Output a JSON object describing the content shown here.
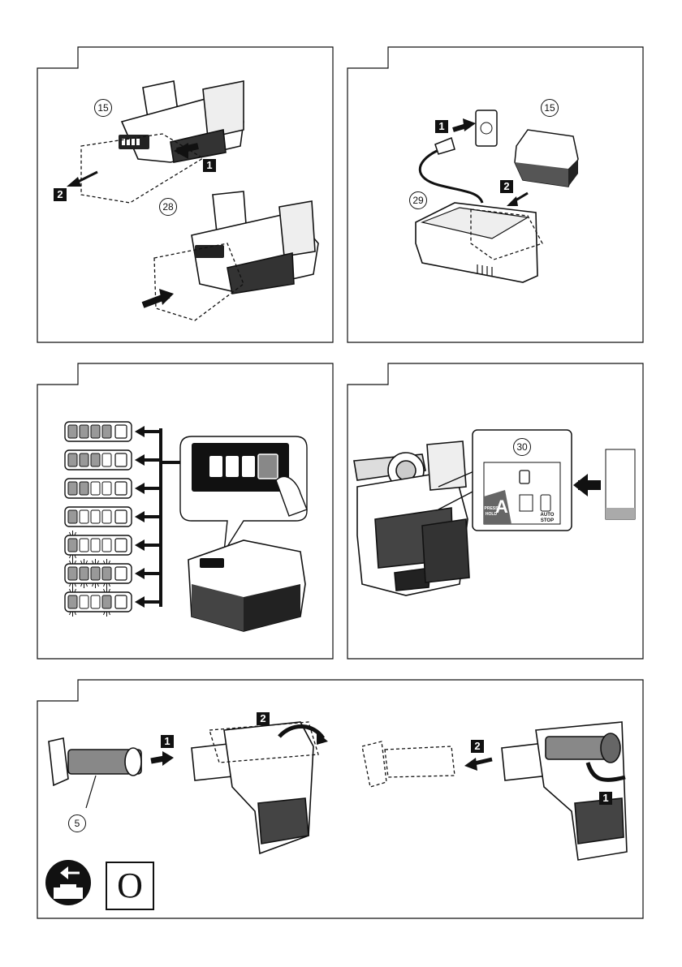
{
  "panel_1": {
    "callout_battery": "15",
    "callout_release_button": "28",
    "step_1": "1",
    "step_2": "2"
  },
  "panel_2": {
    "callout_battery": "15",
    "callout_charger": "29",
    "step_1": "1",
    "step_2": "2"
  },
  "panel_3": {
    "battery_levels": [
      4,
      3,
      2,
      1,
      "1-blink",
      "4-blink",
      "1+4-blink"
    ]
  },
  "panel_4": {
    "callout_mode_switch": "30",
    "mode_letter": "A",
    "press_hold_line1": "PRESS",
    "press_hold_line2": "HOLD",
    "auto_stop_line1": "AUTO",
    "auto_stop_line2": "STOP"
  },
  "panel_5": {
    "callout_side_handle": "5",
    "step_1_left": "1",
    "step_2_left": "2",
    "step_2_right": "2",
    "step_1_right": "1",
    "no_tools_symbol": "O"
  },
  "icons": [
    "battery-icon",
    "power-plug-icon",
    "right-arrow-icon",
    "toolbox-icon"
  ]
}
